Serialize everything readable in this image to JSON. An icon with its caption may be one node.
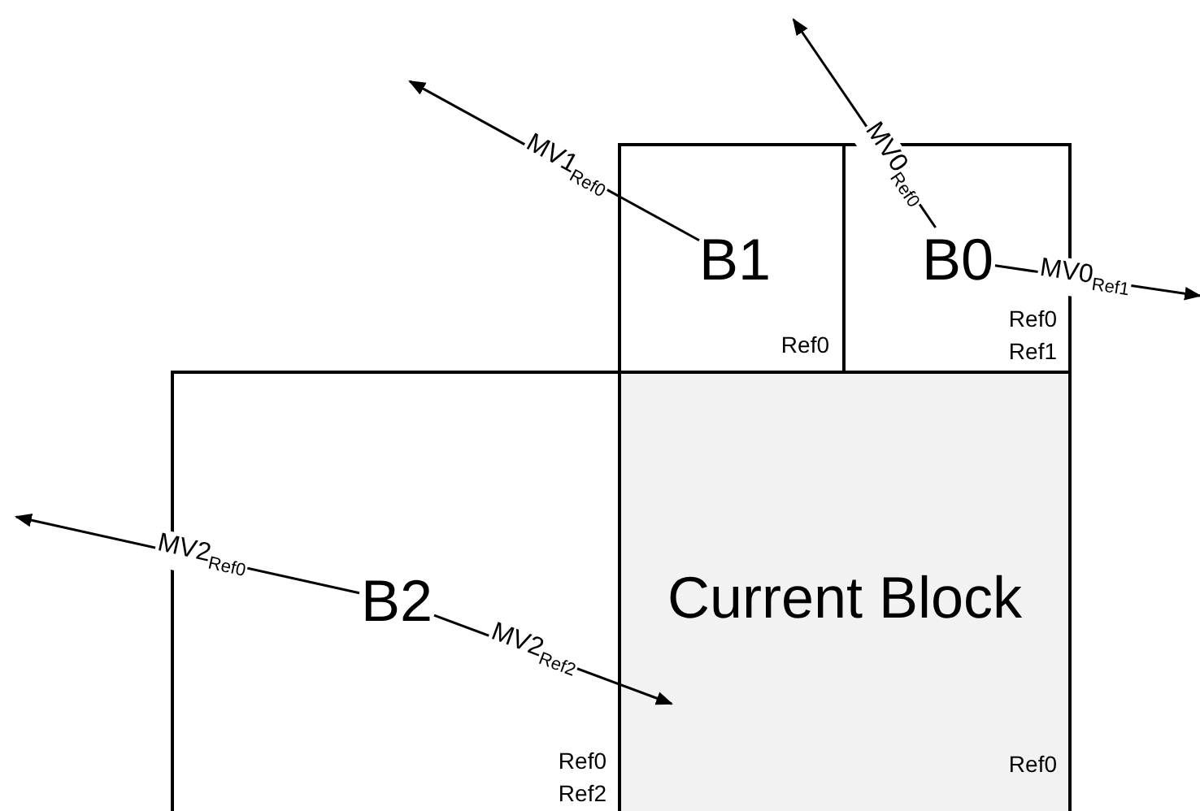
{
  "diagram": {
    "nodes": [
      {
        "text": [
          "Ref0"
        ]
      },
      {
        "text": [
          "B1"
        ],
        "in": 0
      },
      {
        "text": [
          "Ref0 Ref1"
        ]
      },
      {
        "text": [
          "B0"
        ],
        "in": 2
      },
      {
        "text": [
          "Ref0 Ref2"
        ]
      },
      {
        "text": [
          "B2"
        ],
        "in": 4
      },
      {
        "text": [
          "Current Block",
          "Ref0"
        ]
      }
    ],
    "edges": [
      {
        "from": 1,
        "to": null,
        "arrow": "to",
        "label": "MV1$_{Ref0}$"
      },
      {
        "from": 3,
        "to": null,
        "arrow": "to",
        "label": "MV0$_{Ref0}$"
      },
      {
        "from": 3,
        "to": null,
        "arrow": "to",
        "label": "MV0$_{Ref1}$"
      },
      {
        "from": 5,
        "to": null,
        "arrow": "to",
        "label": "MV2$_{Ref0}$"
      },
      {
        "from": 5,
        "to": 6,
        "arrow": "to",
        "label": "MV2$_{Ref2}$"
      }
    ]
  }
}
